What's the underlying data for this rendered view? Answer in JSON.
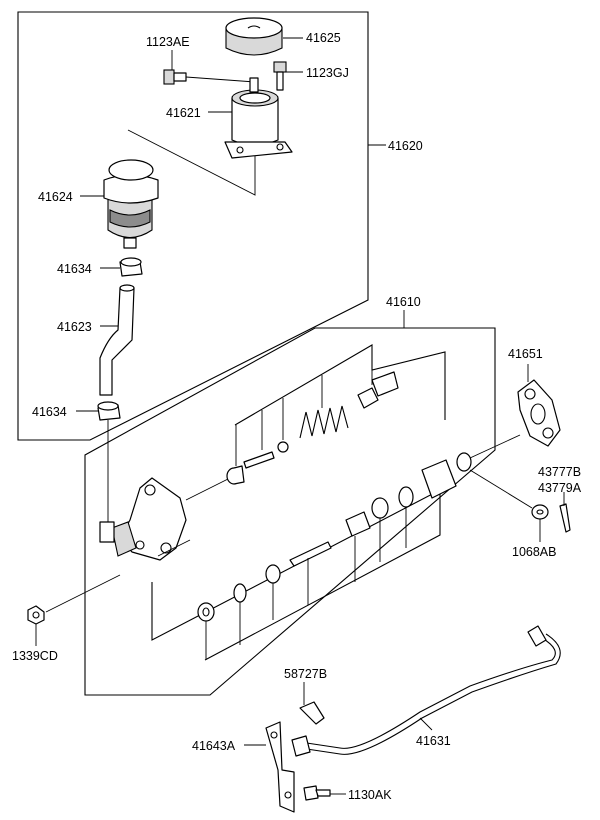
{
  "labels": {
    "p41625": "41625",
    "p1123AE": "1123AE",
    "p1123GJ": "1123GJ",
    "p41621": "41621",
    "p41620": "41620",
    "p41624": "41624",
    "p41634a": "41634",
    "p41623": "41623",
    "p41634b": "41634",
    "p41610": "41610",
    "p41651": "41651",
    "p43777B": "43777B",
    "p43779A": "43779A",
    "p1068AB": "1068AB",
    "p1339CD": "1339CD",
    "p58727B": "58727B",
    "p41643A": "41643A",
    "p41631": "41631",
    "p1130AK": "1130AK"
  }
}
